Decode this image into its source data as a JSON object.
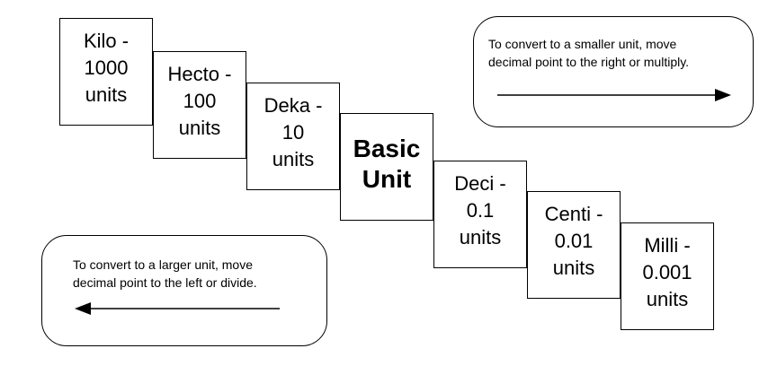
{
  "units": [
    {
      "lines": [
        "Kilo -",
        "1000",
        "units"
      ]
    },
    {
      "lines": [
        "Hecto -",
        "100",
        "units"
      ]
    },
    {
      "lines": [
        "Deka -",
        "10",
        "units"
      ]
    },
    {
      "lines": [
        "Basic",
        "Unit"
      ]
    },
    {
      "lines": [
        "Deci -",
        "0.1",
        "units"
      ]
    },
    {
      "lines": [
        "Centi -",
        "0.01",
        "units"
      ]
    },
    {
      "lines": [
        "Milli -",
        "0.001",
        "units"
      ]
    }
  ],
  "notes": {
    "to_smaller": {
      "line1": "To convert to a smaller unit, move",
      "line2": "decimal  point to the right or multiply.",
      "arrow_direction": "right"
    },
    "to_larger": {
      "line1": "To convert to a larger unit, move",
      "line2": "decimal  point to the left or divide.",
      "arrow_direction": "left"
    }
  }
}
